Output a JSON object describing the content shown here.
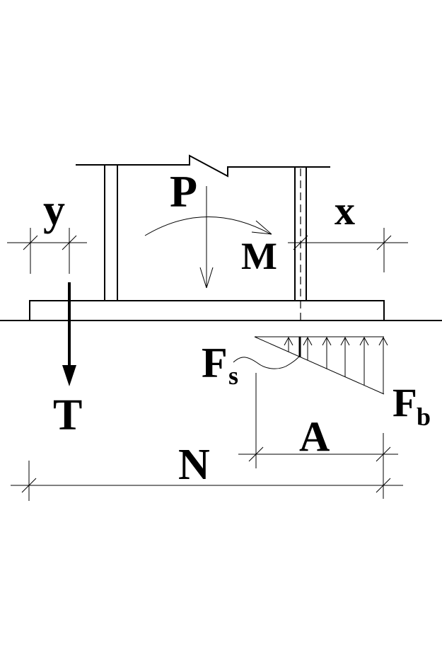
{
  "diagram": {
    "description": "Free-body diagram of a steel column on a base plate: applied axial load and overturning moment resisted by anchor-rod tension and triangular concrete bearing stress",
    "background_color": "#ffffff",
    "line_color": "#000000",
    "labels": {
      "axial_load": "P",
      "moment": "M",
      "tension_force": "T",
      "bearing_force_main": "F",
      "bearing_force_sub": "b",
      "shear_force_main": "F",
      "shear_force_sub": "s",
      "dim_left": "y",
      "dim_right": "x",
      "dim_bearing_length": "A",
      "dim_plate_length": "N"
    }
  }
}
